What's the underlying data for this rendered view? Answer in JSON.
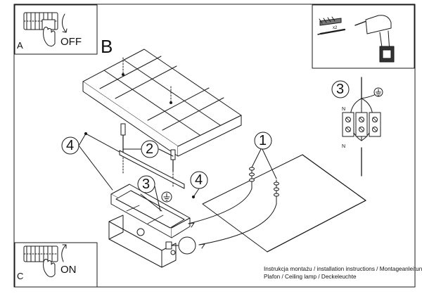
{
  "panels": {
    "a": {
      "letter": "A",
      "state": "OFF",
      "icon": "switch-off-icon"
    },
    "c": {
      "letter": "C",
      "state": "ON",
      "icon": "switch-on-icon"
    },
    "tools": {
      "dowel_qty": "x2",
      "icon": "drill-icon"
    }
  },
  "step_letter": "B",
  "callouts": {
    "one": "1",
    "two": "2",
    "three_main": "3",
    "three_wiring": "3",
    "four_left": "4",
    "four_right": "4"
  },
  "wiring": {
    "n_top": "N",
    "n_bottom": "N",
    "icon": "ground-symbol-icon"
  },
  "footer": {
    "line1": "Instrukcja montażu / installation instructions / Montageanleitung",
    "line2": "Plafon / Ceiling lamp / Deckeleuchte"
  },
  "colors": {
    "line": "#1a1a1a",
    "fill": "#ffffff",
    "shade": "#d9d9d9"
  }
}
